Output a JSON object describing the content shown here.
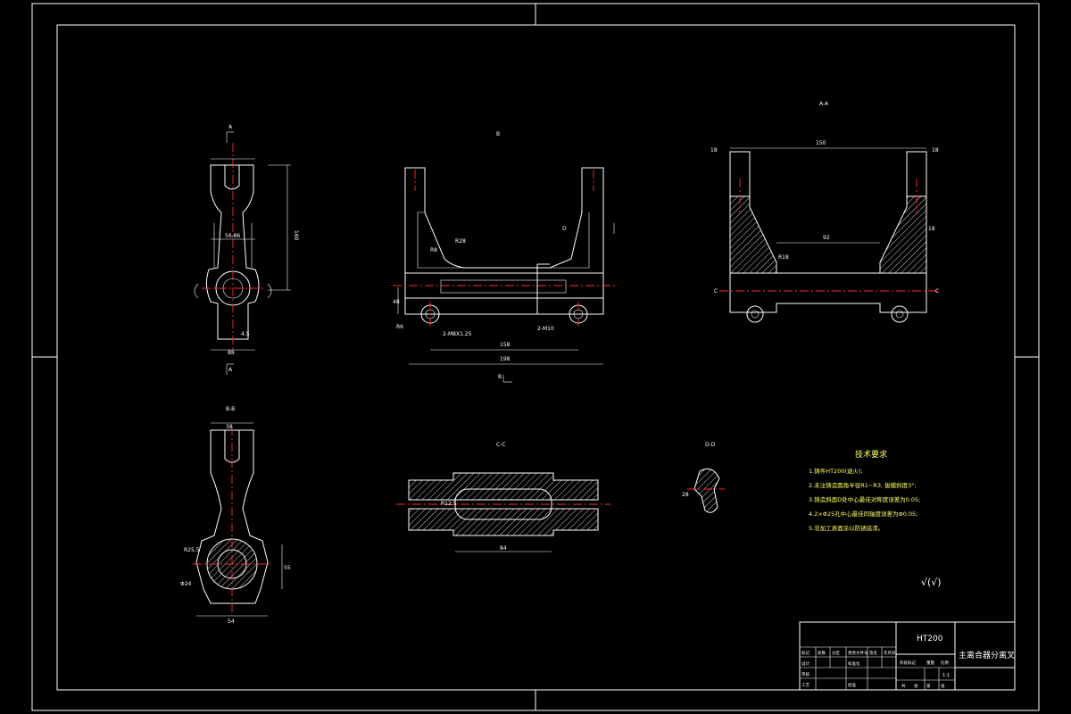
{
  "drawing": {
    "section_labels": {
      "view_a_top": "A",
      "view_a_bottom": "A",
      "view_b_top": "B",
      "view_b_bottom": "B",
      "section_aa": "A-A",
      "section_bb": "B-B",
      "section_cc": "C-C",
      "section_dd": "D-D",
      "cut_c_left": "C",
      "cut_c_right": "C",
      "cut_d": "D"
    },
    "dimensions": {
      "left_width_bottom": "88",
      "left_height": "160",
      "left_inner": "56.86",
      "left_small": "4.5",
      "front_overall": "198",
      "front_inner": "158",
      "front_height": "48",
      "front_r1": "R8",
      "front_r2": "R28",
      "front_hole": "2-M8X1.25",
      "front_pin": "2-M10",
      "front_chamfer": "R6",
      "aa_width": "150",
      "aa_inner": "92",
      "aa_left": "18",
      "aa_right": "18",
      "aa_side": "18",
      "aa_chamfer": "R18",
      "bb_width": "54",
      "bb_top": "38",
      "bb_height": "55",
      "bb_dia": "R25.5",
      "bb_small": "Φ24",
      "cc_length": "84",
      "cc_radius": "R12.5",
      "dd_size": "28"
    },
    "tech_requirements": {
      "title": "技术要求",
      "items": [
        "1.铸件HT200(退火);",
        "2.未注铸造圆角半径R1~R3, 拔模斜度3°;",
        "3.铸造斜面D处中心最佳对称度误差为0.05;",
        "4.2×Φ25孔中心最佳同轴度误差为Φ0.05;",
        "5.非加工表面涂以防锈底漆。"
      ]
    },
    "roughness": "√(√)",
    "title_block": {
      "material": "HT200",
      "part_name": "主离合器分离叉",
      "scale": "1:1",
      "header_cells": [
        "标记",
        "处数",
        "分区",
        "更改文件号",
        "签名",
        "年月日"
      ],
      "role_cells": [
        "设计",
        "审核",
        "工艺",
        "批准"
      ],
      "stage_cells": [
        "阶段标记",
        "重量",
        "比例"
      ],
      "sheet_cells": [
        "共",
        "张",
        "第",
        "张"
      ],
      "standardize": "标准化"
    }
  }
}
